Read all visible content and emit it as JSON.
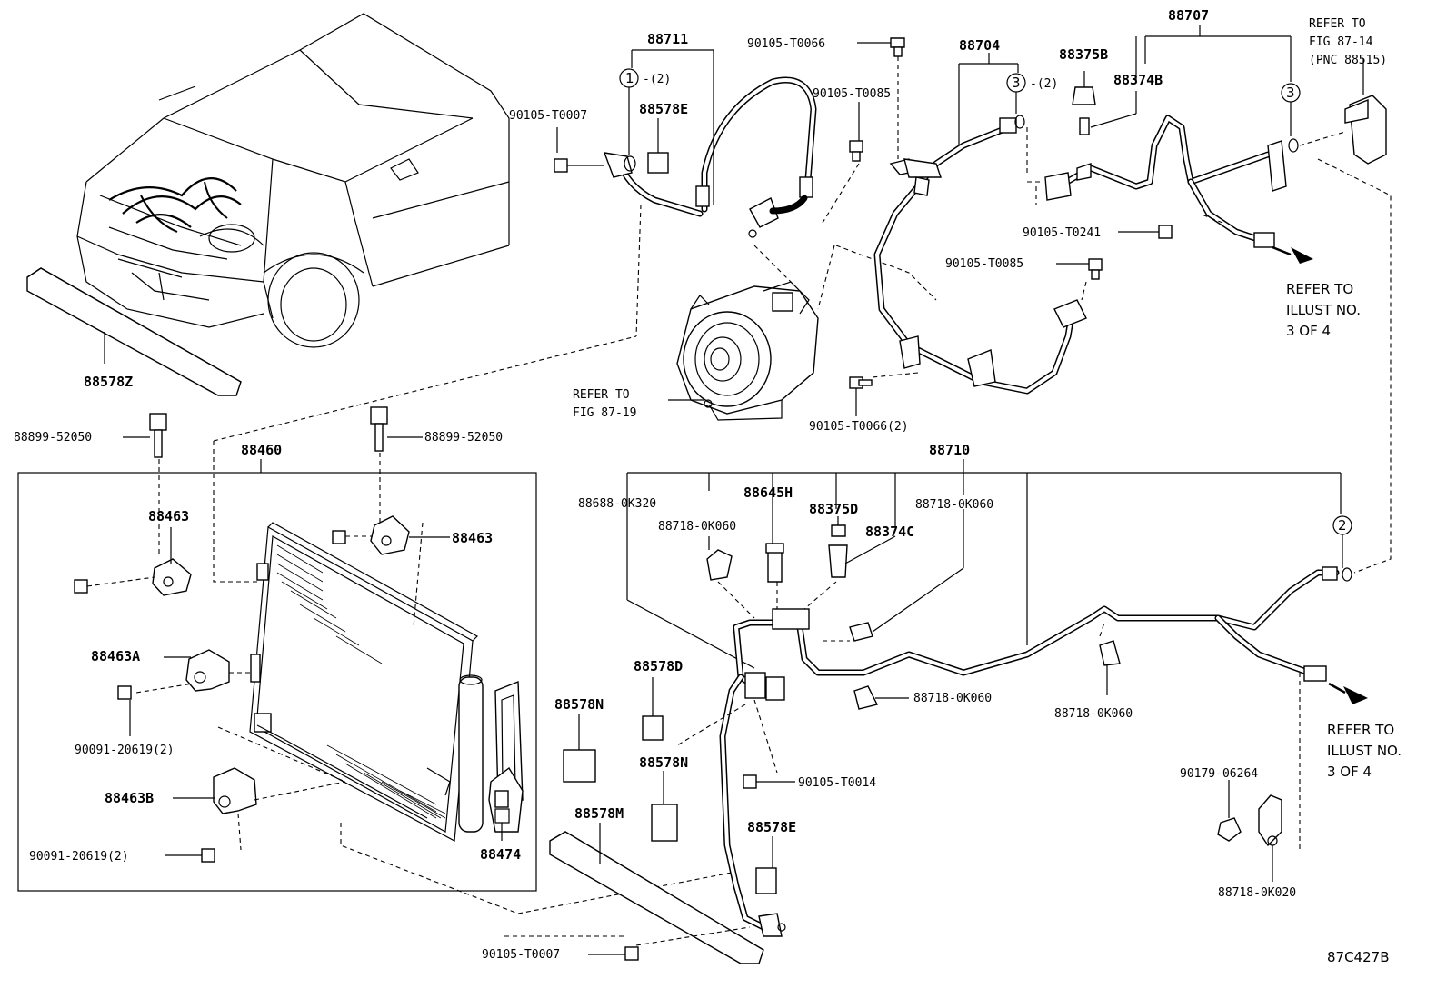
{
  "labels": {
    "p88711": "88711",
    "c1_note": "-(2)",
    "c1": "1",
    "p90105_T0007_a": "90105-T0007",
    "p88578E_a": "88578E",
    "p90105_T0066": "90105-T0066",
    "p90105_T0085_a": "90105-T0085",
    "p88704": "88704",
    "c3_note": "-(2)",
    "c3a": "3",
    "p88375B": "88375B",
    "p88374B": "88374B",
    "p88707": "88707",
    "c3b": "3",
    "refer_87_14_l1": "REFER TO",
    "refer_87_14_l2": "FIG 87-14",
    "refer_87_14_l3": "(PNC 88515)",
    "p90105_T0241": "90105-T0241",
    "p90105_T0085_b": "90105-T0085",
    "refer_illust_a_l1": "REFER TO",
    "refer_illust_a_l2": "ILLUST NO.",
    "refer_illust_a_l3": "3 OF 4",
    "refer_87_19_l1": "REFER TO",
    "refer_87_19_l2": "FIG 87-19",
    "p90105_T0066_2": "90105-T0066(2)",
    "p88578Z": "88578Z",
    "p88899_52050_a": "88899-52050",
    "p88899_52050_b": "88899-52050",
    "p88460": "88460",
    "p88463_a": "88463",
    "p88463_b": "88463",
    "p88463A": "88463A",
    "p90091_20619_2a": "90091-20619(2)",
    "p88463B": "88463B",
    "p90091_20619_2b": "90091-20619(2)",
    "p88474": "88474",
    "p88710": "88710",
    "p88688_0K320": "88688-0K320",
    "p88645H": "88645H",
    "p88375D": "88375D",
    "p88718_0K060_top": "88718-0K060",
    "p88718_0K060_left": "88718-0K060",
    "p88374C": "88374C",
    "c2": "2",
    "p88718_0K060_mid": "88718-0K060",
    "p88718_0K060_right": "88718-0K060",
    "p88578D": "88578D",
    "p88578N_a": "88578N",
    "p88578N_b": "88578N",
    "p88578M": "88578M",
    "p88578E_b": "88578E",
    "p90105_T0014": "90105-T0014",
    "p90105_T0007_b": "90105-T0007",
    "refer_illust_b_l1": "REFER TO",
    "refer_illust_b_l2": "ILLUST NO.",
    "refer_illust_b_l3": "3 OF 4",
    "p90179_06264": "90179-06264",
    "p88718_0K020": "88718-0K020",
    "fig_code": "87C427B"
  }
}
